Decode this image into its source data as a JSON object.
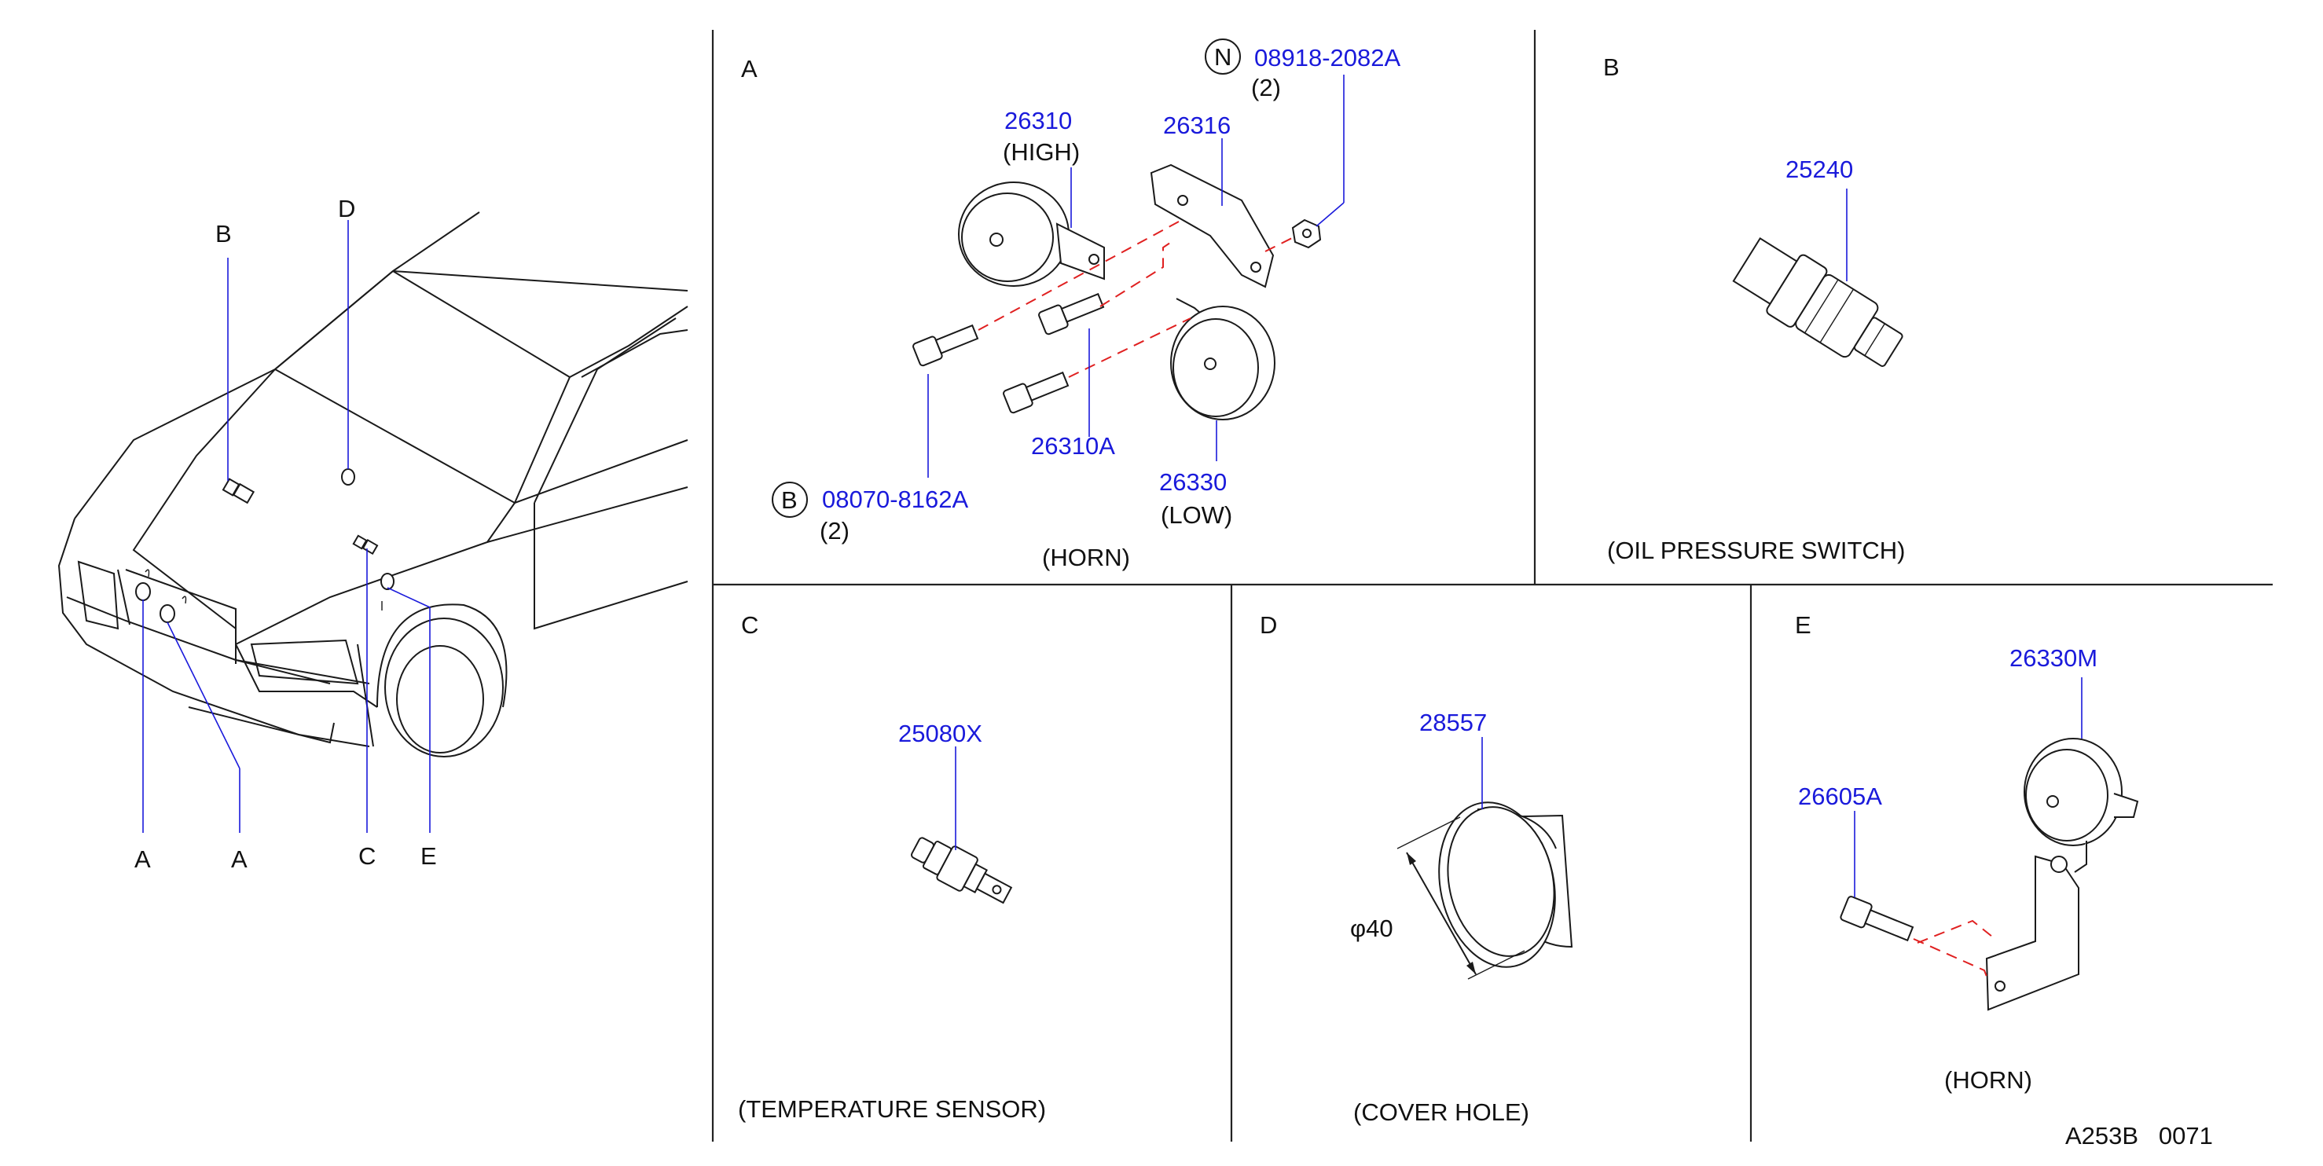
{
  "sections": {
    "A": {
      "letter": "A",
      "caption": "(HORN)",
      "parts": {
        "nut": "08918-2082A",
        "nut_qty": "(2)",
        "nut_symbol": "N",
        "horn_high": "26310",
        "horn_high_note": "(HIGH)",
        "bracket": "26316",
        "bolt_b": "08070-8162A",
        "bolt_b_qty": "(2)",
        "bolt_b_symbol": "B",
        "bolt": "26310A",
        "horn_low": "26330",
        "horn_low_note": "(LOW)"
      }
    },
    "B": {
      "letter": "B",
      "caption": "(OIL   PRESSURE   SWITCH)",
      "part": "25240"
    },
    "C": {
      "letter": "C",
      "caption": "(TEMPERATURE   SENSOR)",
      "part": "25080X"
    },
    "D": {
      "letter": "D",
      "caption": "(COVER   HOLE)",
      "part": "28557",
      "dimension": "φ40"
    },
    "E": {
      "letter": "E",
      "caption": "(HORN)",
      "part_horn": "26330M",
      "part_bolt": "26605A"
    }
  },
  "vehicle": {
    "callouts": {
      "A1": "A",
      "A2": "A",
      "B": "B",
      "C": "C",
      "D": "D",
      "E": "E"
    }
  },
  "diagram_code": "A253B   0071",
  "colors": {
    "part_number": "#1a1adb",
    "dashed_guide": "#e02020",
    "line_art": "#1a1a1a"
  }
}
